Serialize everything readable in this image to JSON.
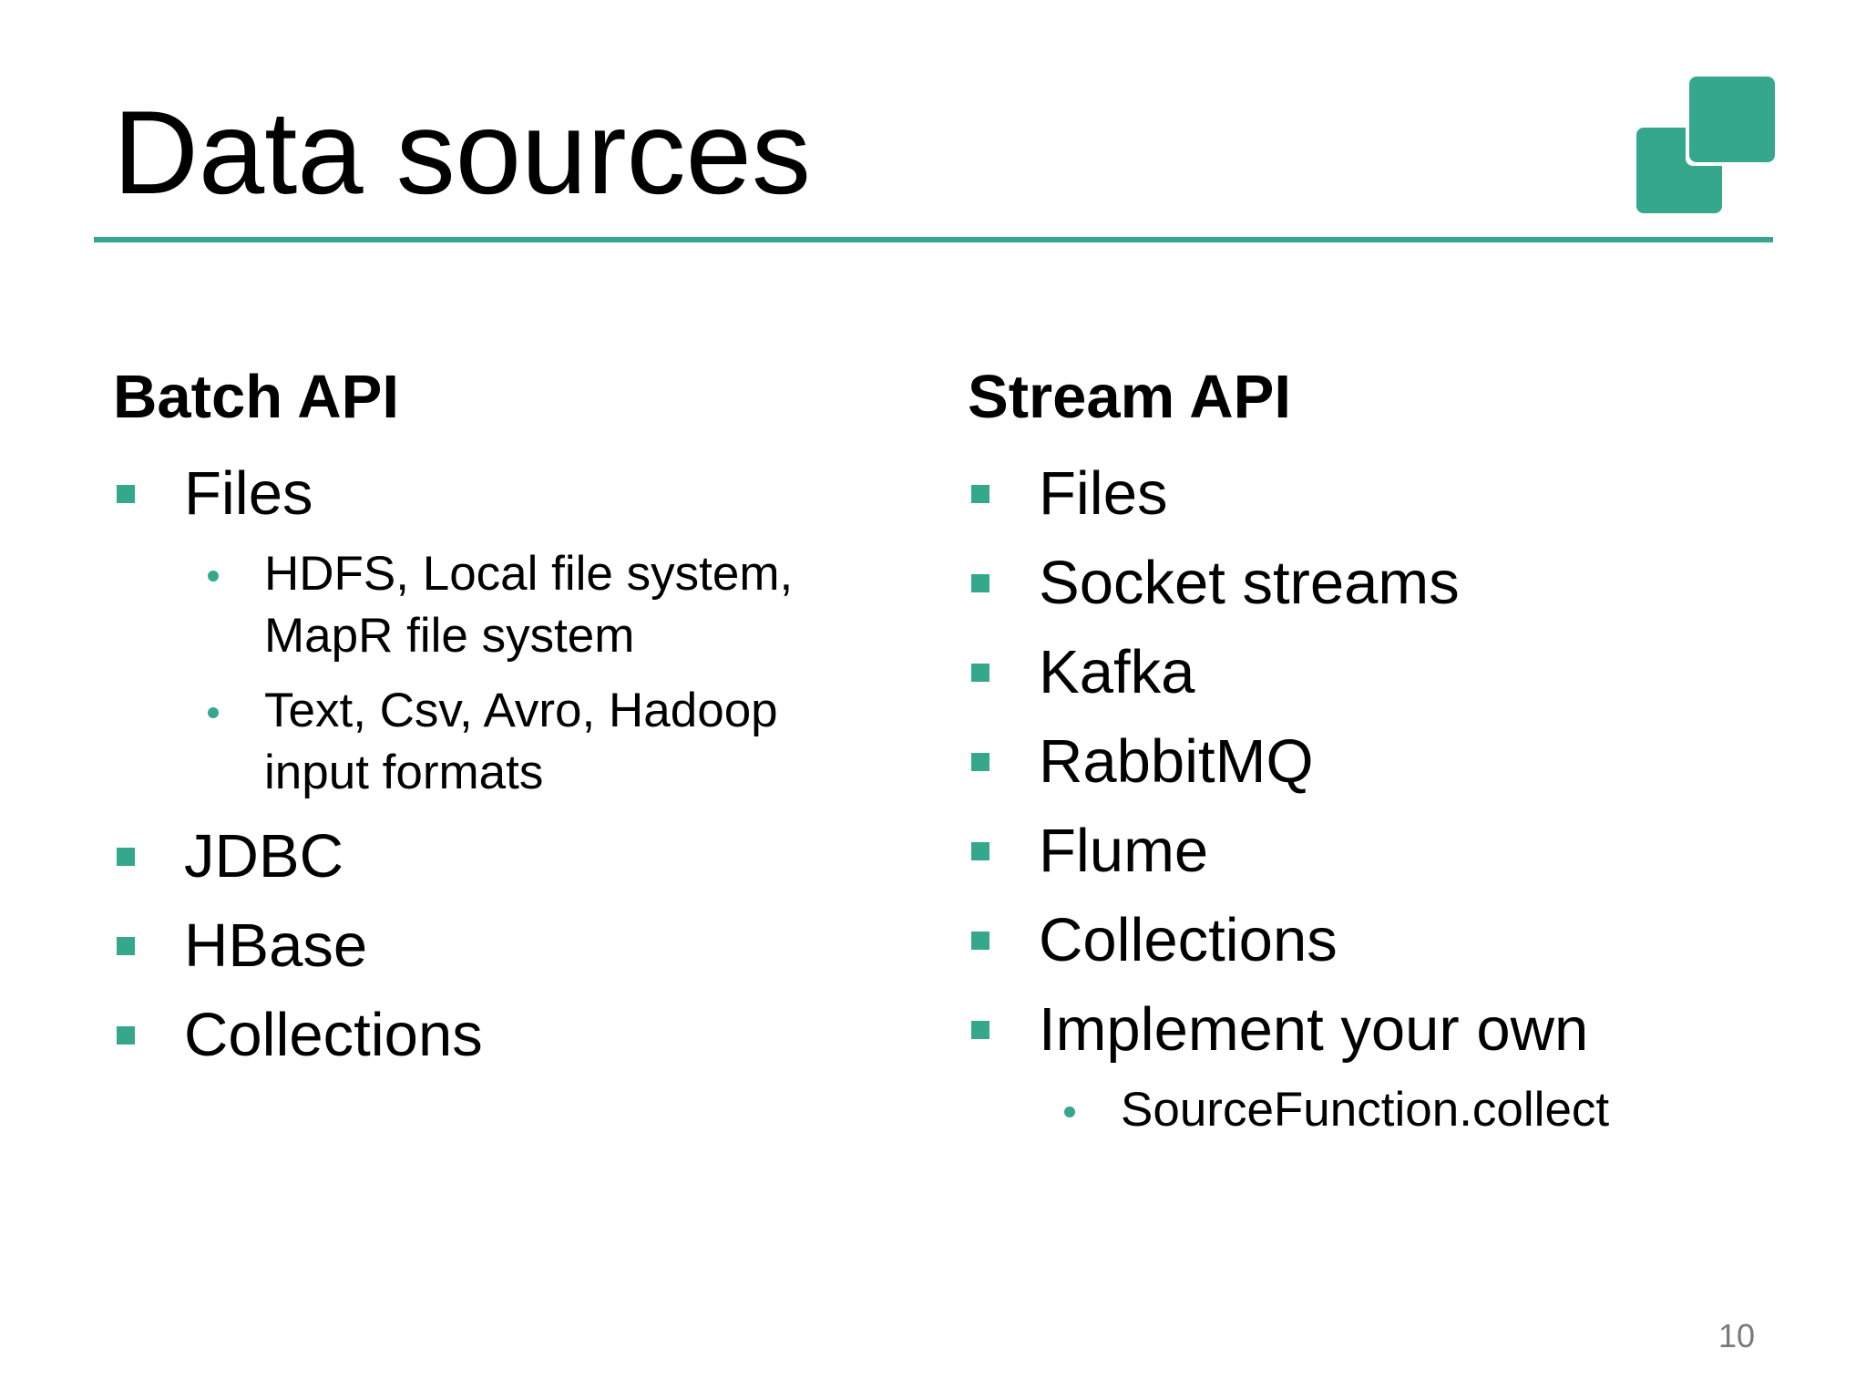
{
  "slide": {
    "title": "Data sources",
    "accent_color": "#34a78d",
    "page_number": "10"
  },
  "batch": {
    "heading": "Batch API",
    "items": [
      {
        "label": "Files"
      },
      {
        "label": "JDBC"
      },
      {
        "label": "HBase"
      },
      {
        "label": "Collections"
      }
    ],
    "files_sub": [
      {
        "line1": "HDFS, Local file system,",
        "line2": "MapR file system"
      },
      {
        "line1": "Text, Csv, Avro, Hadoop",
        "line2": "input formats"
      }
    ]
  },
  "stream": {
    "heading": "Stream API",
    "items": [
      {
        "label": "Files"
      },
      {
        "label": "Socket streams"
      },
      {
        "label": "Kafka"
      },
      {
        "label": "RabbitMQ"
      },
      {
        "label": "Flume"
      },
      {
        "label": "Collections"
      },
      {
        "label": "Implement your own"
      }
    ],
    "own_sub": [
      {
        "label": "SourceFunction.collect"
      }
    ]
  }
}
